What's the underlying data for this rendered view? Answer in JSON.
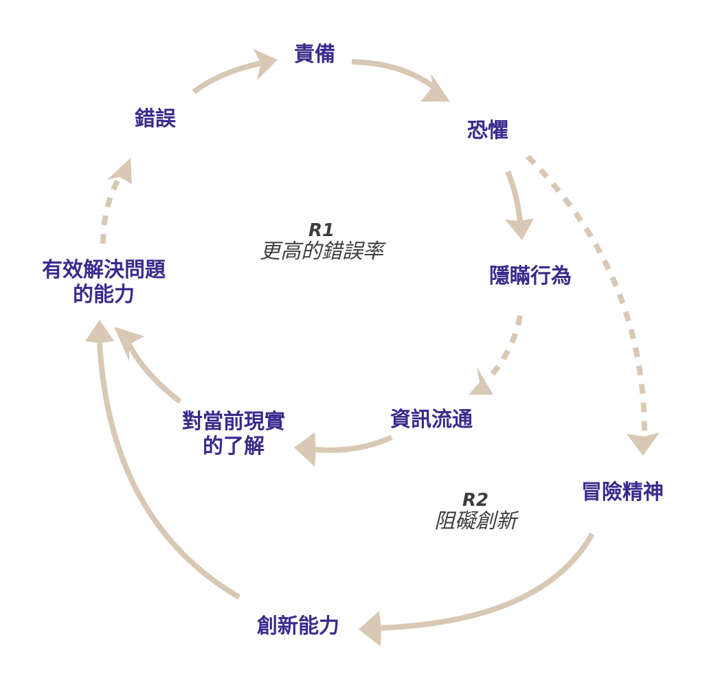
{
  "colors": {
    "node_text": "#3b2a8c",
    "loop_text": "#3d3d3d",
    "arrow": "#d8c8b4",
    "background": "#ffffff"
  },
  "nodes": {
    "blame": "責備",
    "fear": "恐懼",
    "concealment": "隱瞞行為",
    "info_flow": "資訊流通",
    "understanding_line1": "對當前現實",
    "understanding_line2": "的了解",
    "problem_solving_line1": "有效解決問題",
    "problem_solving_line2": "的能力",
    "errors": "錯誤",
    "risk_taking": "冒險精神",
    "innovation": "創新能力"
  },
  "loops": {
    "r1": {
      "id": "R1",
      "name": "更高的錯誤率"
    },
    "r2": {
      "id": "R2",
      "name": "阻礙創新"
    }
  },
  "links": [
    {
      "from": "errors",
      "to": "blame",
      "style": "solid"
    },
    {
      "from": "blame",
      "to": "fear",
      "style": "solid"
    },
    {
      "from": "fear",
      "to": "concealment",
      "style": "solid"
    },
    {
      "from": "concealment",
      "to": "info_flow",
      "style": "dashed"
    },
    {
      "from": "info_flow",
      "to": "understanding",
      "style": "solid"
    },
    {
      "from": "understanding",
      "to": "problem_solving",
      "style": "solid"
    },
    {
      "from": "problem_solving",
      "to": "errors",
      "style": "dashed"
    },
    {
      "from": "fear",
      "to": "risk_taking",
      "style": "dashed"
    },
    {
      "from": "risk_taking",
      "to": "innovation",
      "style": "solid"
    },
    {
      "from": "innovation",
      "to": "problem_solving",
      "style": "solid"
    }
  ]
}
